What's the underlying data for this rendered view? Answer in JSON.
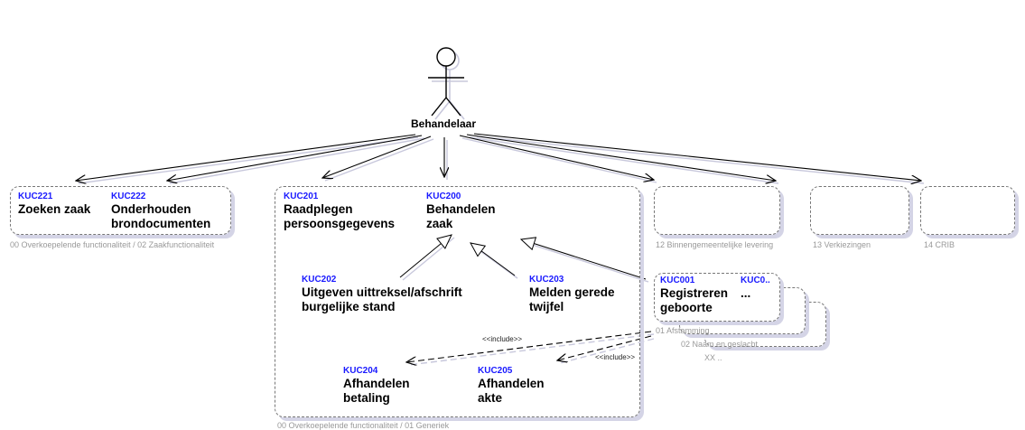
{
  "actor": {
    "name": "Behandelaar"
  },
  "packages": {
    "p_zoeken": {
      "label": "00 Overkoepelende functionaliteit / 02 Zaakfunctionaliteit"
    },
    "p_generiek": {
      "label": "00 Overkoepelende functionaliteit / 01 Generiek"
    },
    "p_binnen": {
      "label": "12 Binnengemeentelijke levering"
    },
    "p_verk": {
      "label": "13 Verkiezingen"
    },
    "p_crib": {
      "label": "14 CRIB"
    },
    "p_afst": {
      "label": "01 Afstamming"
    },
    "p_naam": {
      "label": "02 Naam en geslacht"
    },
    "p_xx": {
      "label": "XX .."
    }
  },
  "use_cases": {
    "kuc221": {
      "code": "KUC221",
      "title": "Zoeken zaak"
    },
    "kuc222": {
      "code": "KUC222",
      "title": "Onderhouden\nbrondocumenten"
    },
    "kuc201": {
      "code": "KUC201",
      "title": "Raadplegen\npersoonsgegevens"
    },
    "kuc200": {
      "code": "KUC200",
      "title": "Behandelen\nzaak"
    },
    "kuc202": {
      "code": "KUC202",
      "title": "Uitgeven uittreksel/afschrift\nburgelijke stand"
    },
    "kuc203": {
      "code": "KUC203",
      "title": "Melden gerede\ntwijfel"
    },
    "kuc204": {
      "code": "KUC204",
      "title": "Afhandelen\nbetaling"
    },
    "kuc205": {
      "code": "KUC205",
      "title": "Afhandelen\nakte"
    },
    "kuc001": {
      "code": "KUC001",
      "title": "Registreren\ngeboorte"
    },
    "kuc0x": {
      "code": "KUC0..",
      "title": "..."
    }
  },
  "relations": {
    "include_label": "<<include>>"
  }
}
